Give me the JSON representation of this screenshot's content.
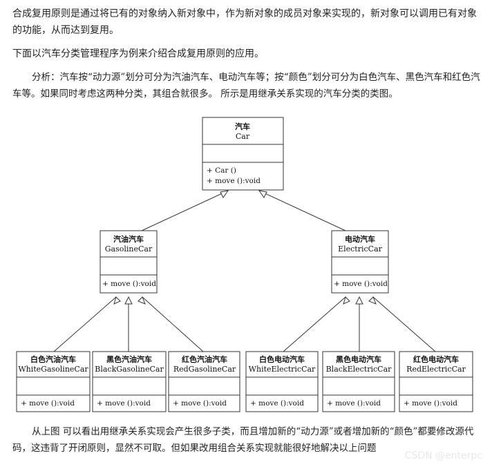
{
  "paragraphs": {
    "intro": "合成复用原则是通过将已有的对象纳入新对象中，作为新对象的成员对象来实现的，新对象可以调用已有对象的功能，从而达到复用。",
    "example": "下面以汽车分类管理程序为例来介绍合成复用原则的应用。",
    "analysis": "分析：汽车按“动力源”划分可分为汽油汽车、电动汽车等；按“颜色”划分可分为白色汽车、黑色汽车和红色汽车等。如果同时考虑这两种分类，其组合就很多。 所示是用继承关系实现的汽车分类的类图。",
    "conclusion": "从上图 可以看出用继承关系实现会产生很多子类，而且增加新的“动力源”或者增加新的“颜色”都要修改源代码，这违背了开闭原则，显然不可取。但如果改用组合关系实现就能很好地解决以上问题"
  },
  "watermark": "CSDN @enterpc",
  "diagram": {
    "root": {
      "name_cn": "汽车",
      "name_en": "Car",
      "ops": [
        "+ Car ()",
        "+ move ():void"
      ]
    },
    "mid": [
      {
        "name_cn": "汽油汽车",
        "name_en": "GasolineCar",
        "ops": [
          "+ move ():void"
        ]
      },
      {
        "name_cn": "电动汽车",
        "name_en": "ElectricCar",
        "ops": [
          "+ move ():void"
        ]
      }
    ],
    "leaves": [
      {
        "name_cn": "白色汽油汽车",
        "name_en": "WhiteGasolineCar",
        "ops": [
          "+ move ():void"
        ]
      },
      {
        "name_cn": "黑色汽油汽车",
        "name_en": "BlackGasolineCar",
        "ops": [
          "+ move ():void"
        ]
      },
      {
        "name_cn": "红色汽油汽车",
        "name_en": "RedGasolineCar",
        "ops": [
          "+ move ():void"
        ]
      },
      {
        "name_cn": "白色电动汽车",
        "name_en": "WhiteElectricCar",
        "ops": [
          "+ move ():void"
        ]
      },
      {
        "name_cn": "黑色电动汽车",
        "name_en": "BlackElectricCar",
        "ops": [
          "+ move ():void"
        ]
      },
      {
        "name_cn": "红色电动汽车",
        "name_en": "RedElectricCar",
        "ops": [
          "+ move ():void"
        ]
      }
    ]
  }
}
